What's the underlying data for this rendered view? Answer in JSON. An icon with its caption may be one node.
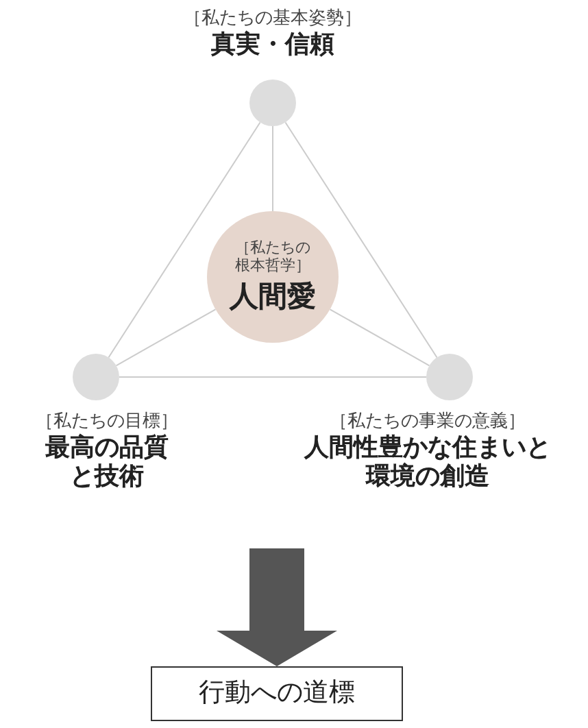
{
  "diagram": {
    "nodes": [
      {
        "text": [
          "［私たちの根本哲学］",
          "人間愛"
        ]
      },
      {
        "text": [
          "［私たちの基本姿勢］",
          "真実・信頼"
        ]
      },
      {
        "text": [
          "［私たちの目標］",
          "最高の品質と技術"
        ]
      },
      {
        "text": [
          "［私たちの事業の意義］",
          "人間性豊かな住まいと環境の創造"
        ]
      },
      {
        "text": [
          "行動への道標"
        ]
      }
    ],
    "edges": [
      {
        "from": 1,
        "to": 0,
        "arrow": "none"
      },
      {
        "from": 2,
        "to": 0,
        "arrow": "none"
      },
      {
        "from": 3,
        "to": 0,
        "arrow": "none"
      },
      {
        "from": 1,
        "to": 2,
        "arrow": "none"
      },
      {
        "from": 1,
        "to": 3,
        "arrow": "none"
      },
      {
        "from": 2,
        "to": 3,
        "arrow": "none"
      },
      {
        "from": null,
        "to": 4,
        "arrow": "to",
        "style": "thick",
        "color": "#555555"
      }
    ]
  }
}
